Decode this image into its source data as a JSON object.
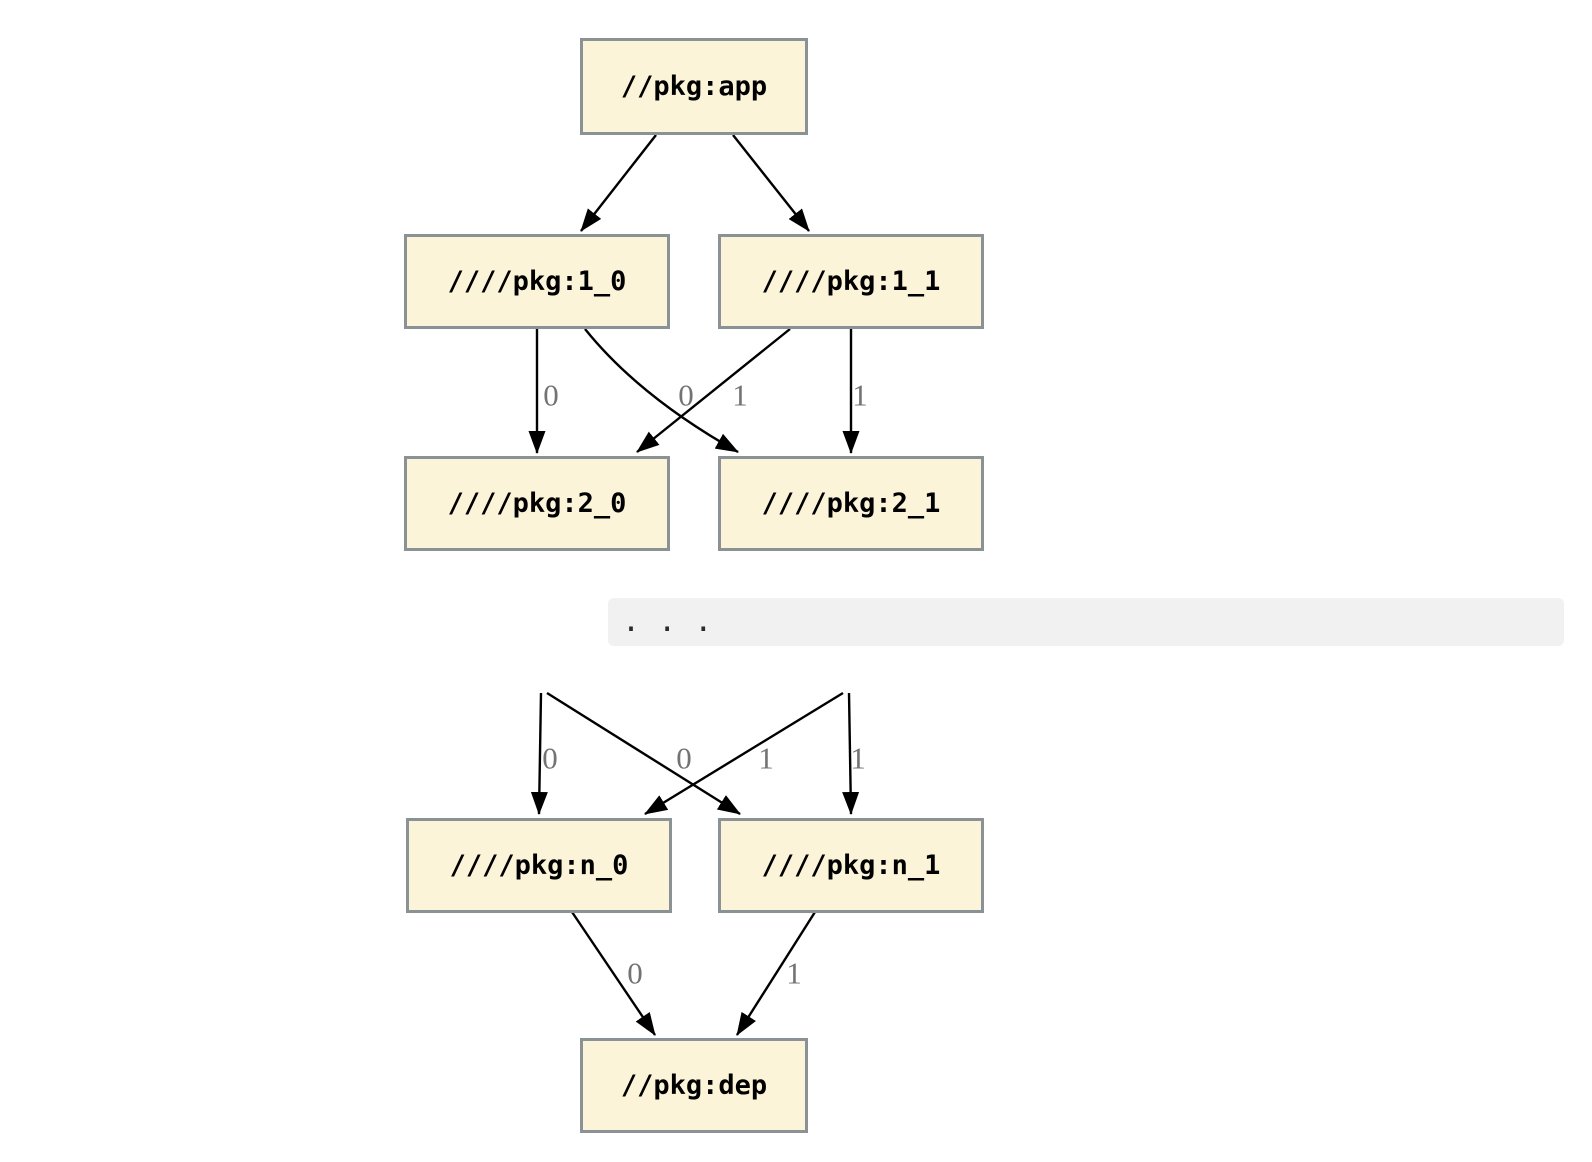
{
  "graph": {
    "nodes": {
      "app": {
        "label": "//pkg:app"
      },
      "l1_0": {
        "label": "////pkg:1_0"
      },
      "l1_1": {
        "label": "////pkg:1_1"
      },
      "l2_0": {
        "label": "////pkg:2_0"
      },
      "l2_1": {
        "label": "////pkg:2_1"
      },
      "ln_0": {
        "label": "////pkg:n_0"
      },
      "ln_1": {
        "label": "////pkg:n_1"
      },
      "dep": {
        "label": "//pkg:dep"
      }
    },
    "edge_labels": {
      "tier1_to_tier2": [
        "0",
        "0",
        "1",
        "1"
      ],
      "hidden_to_tierN": [
        "0",
        "0",
        "1",
        "1"
      ],
      "tierN_to_dep": [
        "0",
        "1"
      ]
    },
    "ellipsis": ". . .",
    "colors": {
      "node_fill": "#FCF4D9",
      "node_border": "#8A9296",
      "edge": "#000000",
      "edge_label": "#737373",
      "band_bg": "#F1F1F2",
      "band_text": "#2B2B2B"
    }
  }
}
